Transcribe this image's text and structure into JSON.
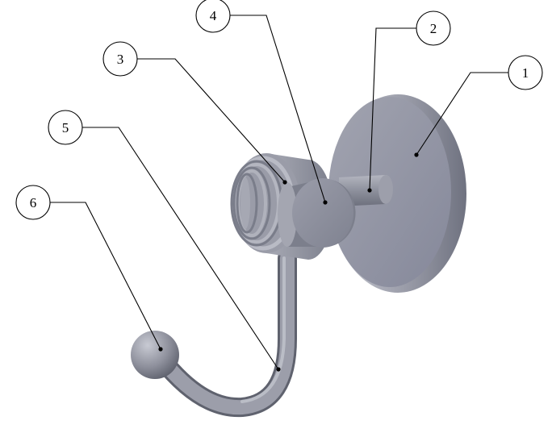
{
  "colors": {
    "part_base": "#8e909c",
    "part_light": "#c3c5cf",
    "part_dark": "#5f626e",
    "line": "#000000",
    "background": "#ffffff"
  },
  "balloons": [
    {
      "id": "1",
      "label": "1"
    },
    {
      "id": "2",
      "label": "2"
    },
    {
      "id": "3",
      "label": "3"
    },
    {
      "id": "4",
      "label": "4"
    },
    {
      "id": "5",
      "label": "5"
    },
    {
      "id": "6",
      "label": "6"
    }
  ]
}
